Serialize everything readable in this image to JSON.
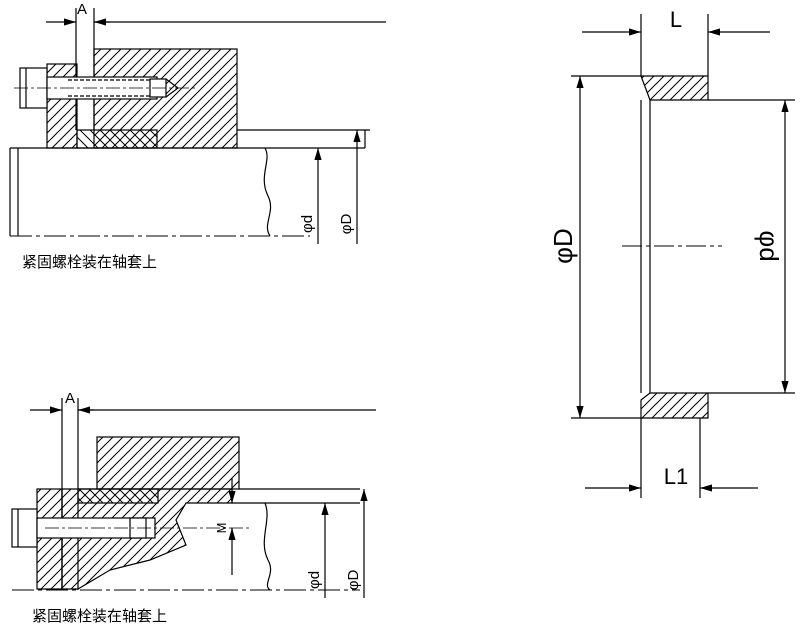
{
  "captions": {
    "top": "紧固螺栓装在轴套上",
    "bottom": "紧固螺栓装在轴套上"
  },
  "dimensions": {
    "A": "A",
    "L": "L",
    "L1": "L1",
    "M": "M",
    "phi_d": "φd",
    "phi_D": "φD"
  },
  "colors": {
    "line": "#000000",
    "background": "#ffffff"
  }
}
